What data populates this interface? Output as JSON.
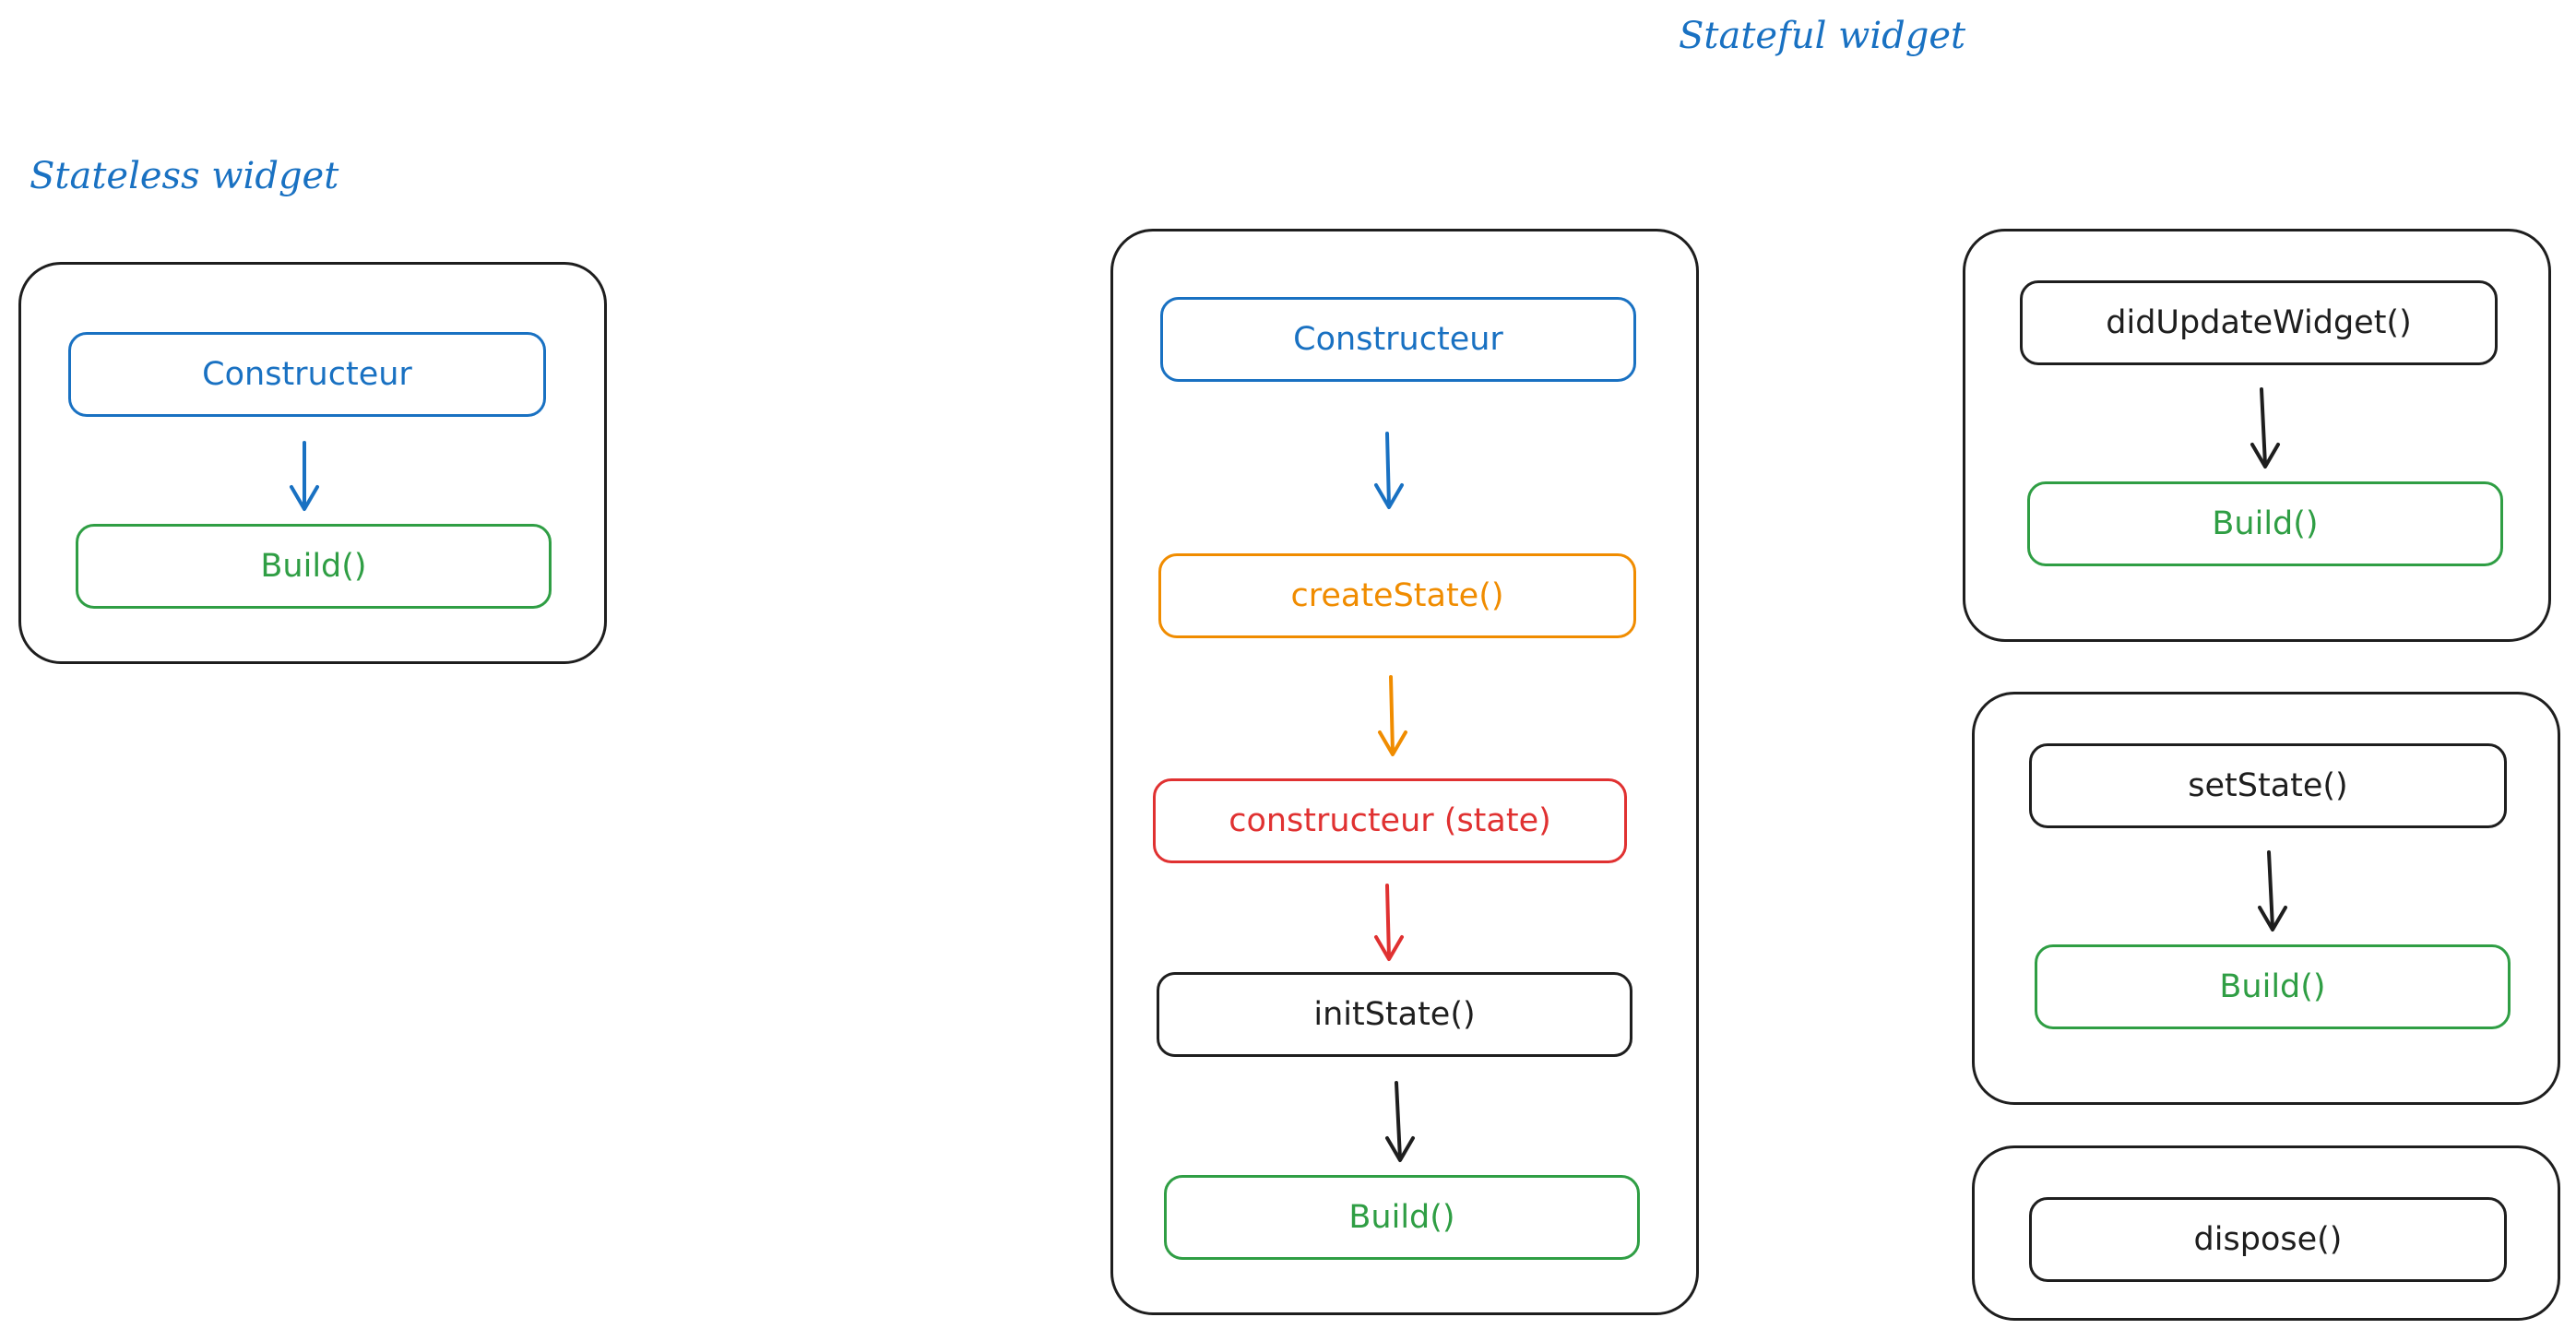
{
  "stateless": {
    "title": "Stateless widget",
    "constructor_label": "Constructeur",
    "build_label": "Build()"
  },
  "stateful": {
    "title": "Stateful widget",
    "lifecycle": {
      "constructor_label": "Constructeur",
      "create_state_label": "createState()",
      "state_constructor_label": "constructeur (state)",
      "init_state_label": "initState()",
      "build_label": "Build()"
    },
    "update": {
      "did_update_label": "didUpdateWidget()",
      "build_label": "Build()"
    },
    "set_state": {
      "set_state_label": "setState()",
      "build_label": "Build()"
    },
    "dispose": {
      "dispose_label": "dispose()"
    }
  },
  "colors": {
    "blue": "#1971c2",
    "green": "#2f9e44",
    "orange": "#f08c00",
    "red": "#e03131",
    "black": "#1e1e1e"
  }
}
